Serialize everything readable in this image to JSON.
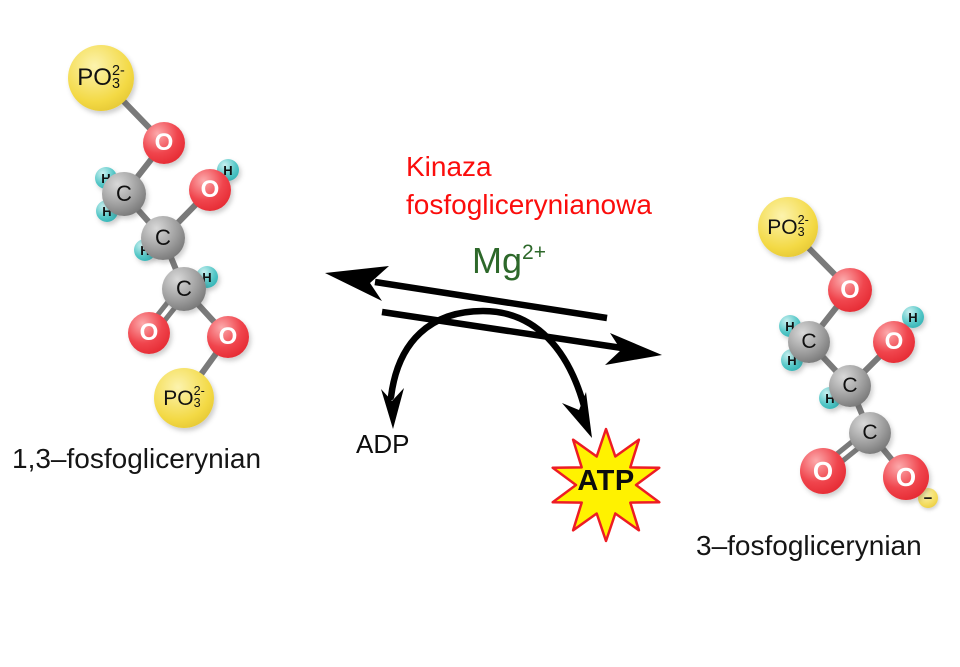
{
  "diagram": {
    "left_molecule_label": "1,3–fosfoglicerynian",
    "right_molecule_label": "3–fosfoglicerynian",
    "enzyme_line1": "Kinaza",
    "enzyme_line2": "fosfoglicerynianowa",
    "cofactor": {
      "base": "Mg",
      "sup": "2+"
    },
    "adp_label": "ADP",
    "atp_label": "ATP",
    "phosphate": {
      "base": "PO",
      "sub": "3",
      "sup": "2-"
    },
    "atom_labels": {
      "oxygen": "O",
      "carbon": "C",
      "hydrogen": "H",
      "minus": "−"
    },
    "colors": {
      "enzyme_text": "#fb0d0c",
      "cofactor_text": "#2d682a",
      "phosphate_fill": "#f3d944",
      "oxygen_fill": "#ee3038",
      "carbon_fill": "#9b9b9b",
      "hydrogen_fill": "#3fbdbd",
      "bond": "#7a7a7a",
      "arrow": "#000000",
      "atp_star_fill": "#fff200",
      "atp_star_stroke": "#ed1c24",
      "label_text": "#151515"
    }
  }
}
